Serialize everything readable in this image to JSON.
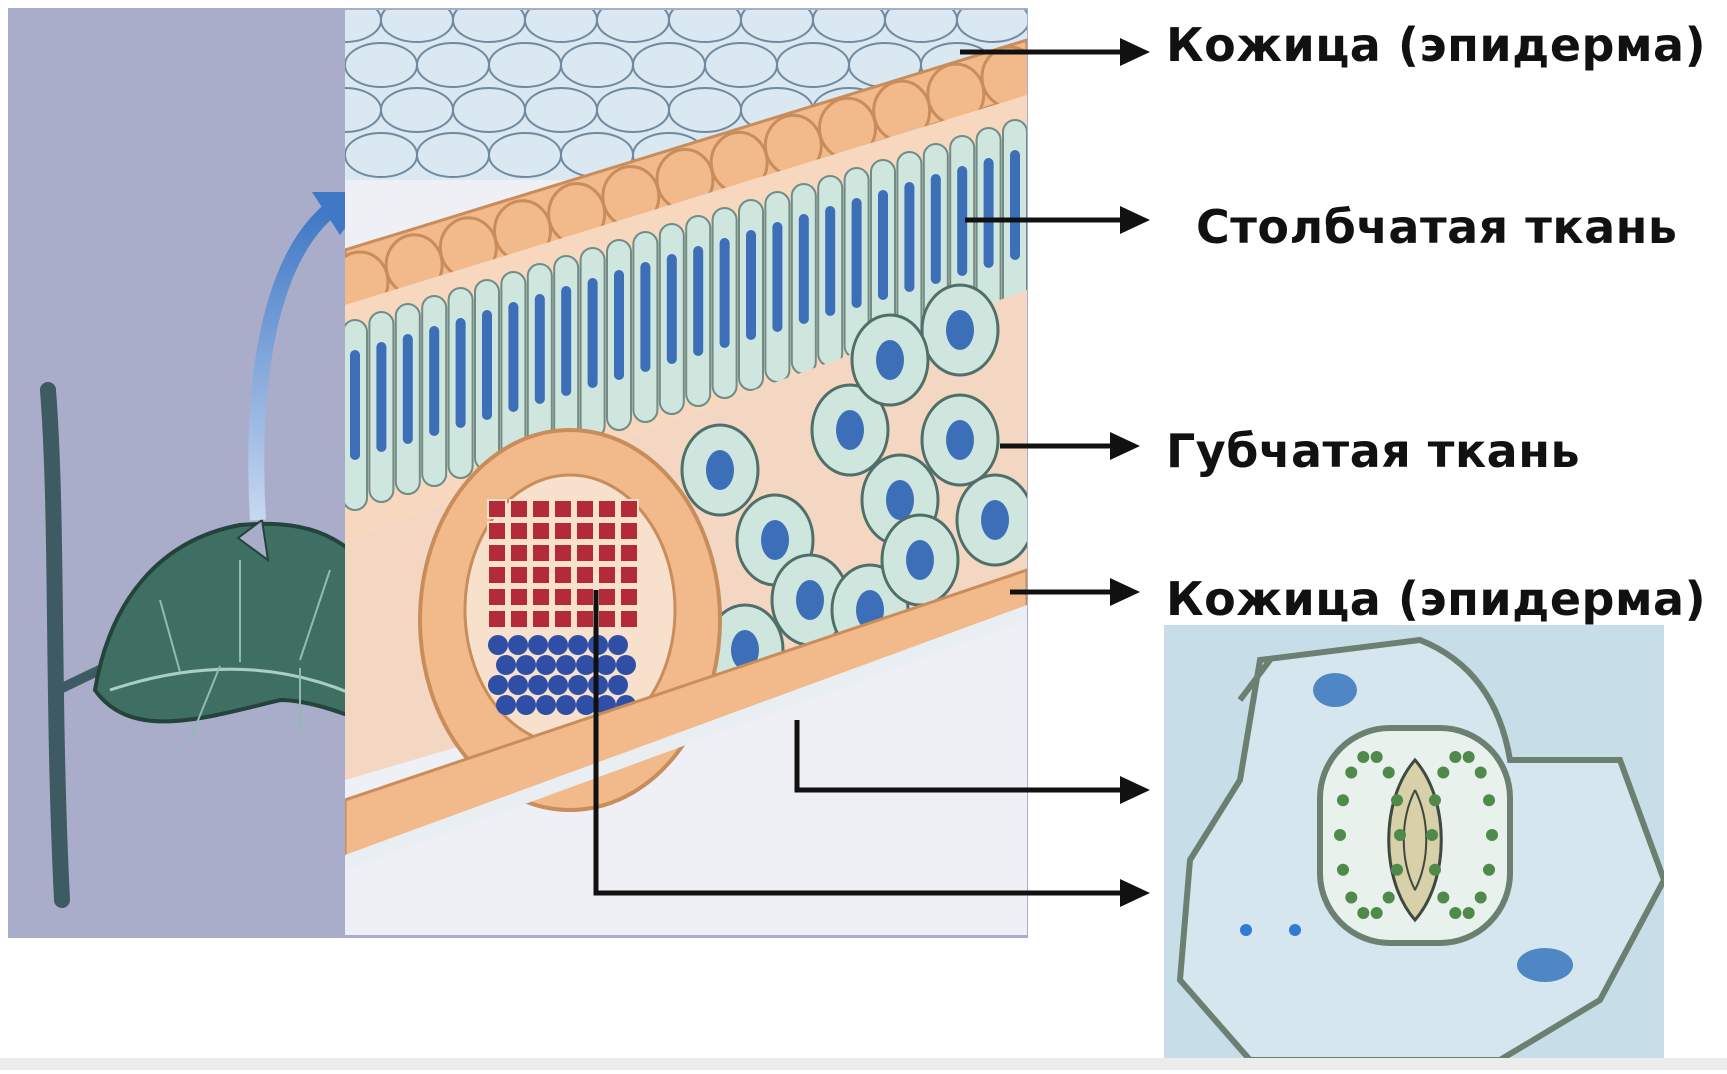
{
  "labels": {
    "epidermis_top": "Кожица (эпидерма)",
    "palisade": "Столбчатая ткань",
    "spongy": "Губчатая ткань",
    "epidermis_bottom": "Кожица (эпидерма)"
  },
  "colors": {
    "background_panel": "#a9adc9",
    "epidermis": "#f2b98a",
    "palisade_cell": "#cfe6df",
    "chloroplast": "#3d6fb8",
    "xylem": "#b32a38",
    "phloem": "#2f4fa6",
    "leaf": "#3f6f62",
    "stoma_background": "#c7dde8"
  }
}
